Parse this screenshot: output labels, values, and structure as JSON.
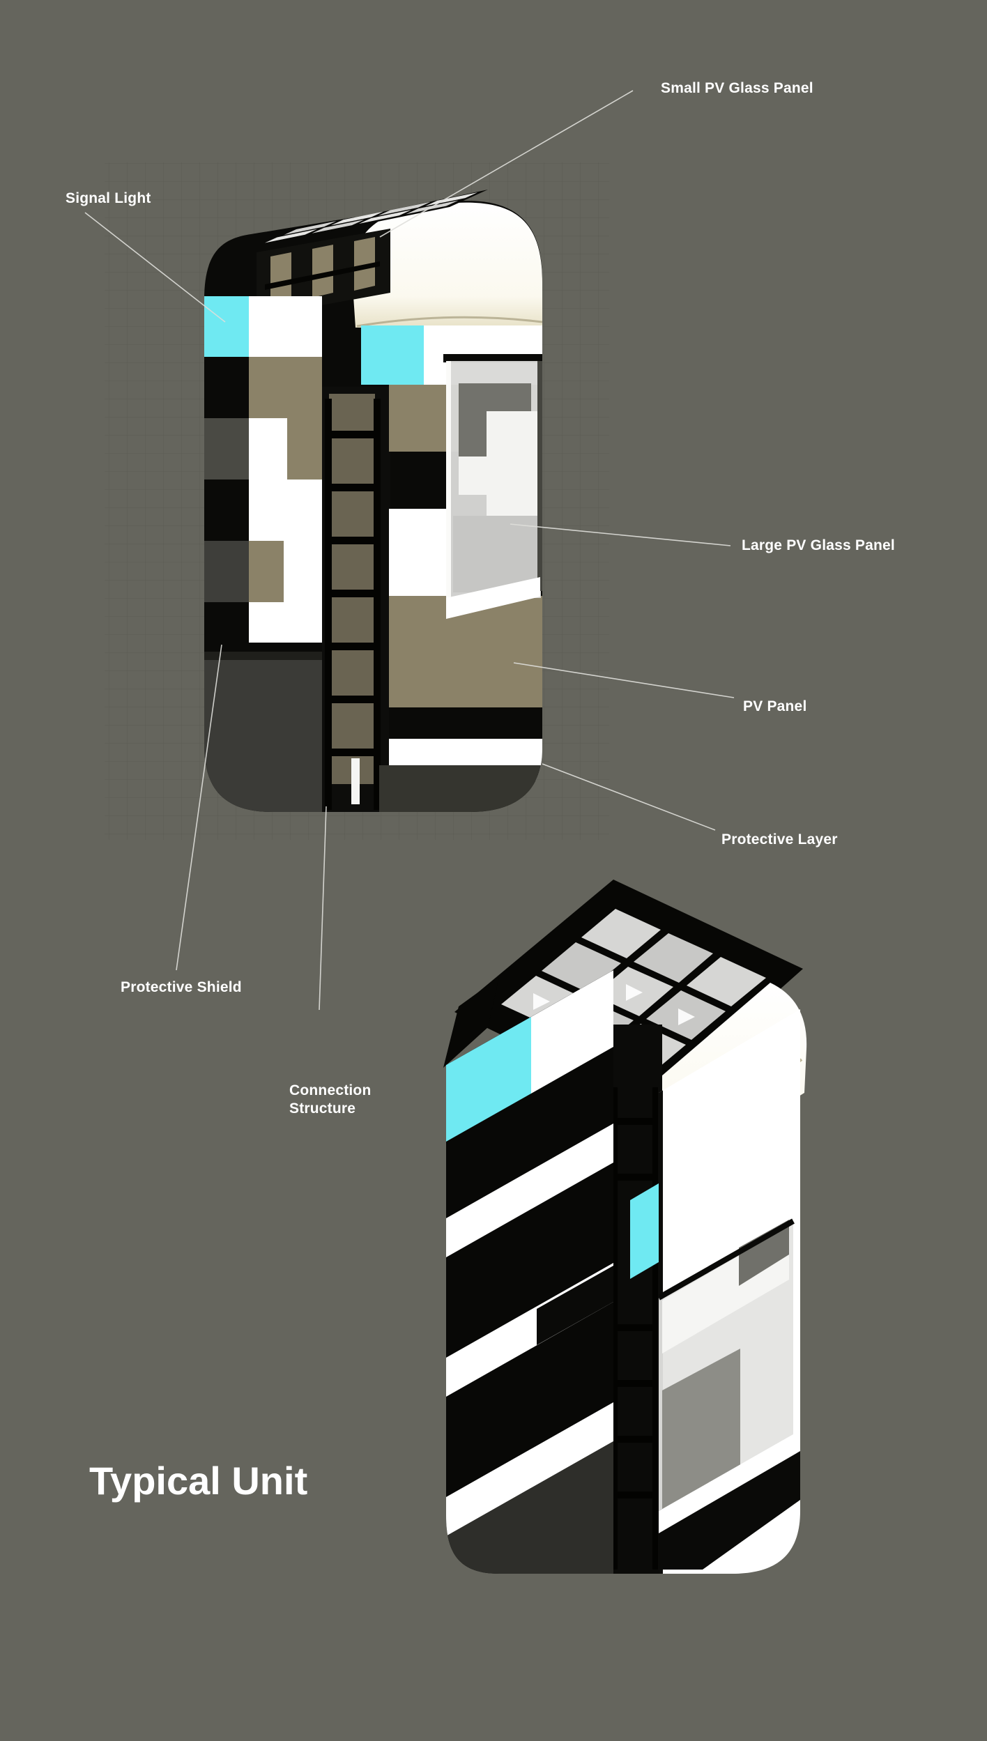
{
  "title": "Typical Unit",
  "labels": {
    "small_pv": "Small PV Glass Panel",
    "signal_light": "Signal Light",
    "large_pv": "Large PV Glass Panel",
    "pv_panel": "PV Panel",
    "protective_layer": "Protective Layer",
    "protective_shield": "Protective Shield",
    "connection_structure": "Connection Structure"
  },
  "colors": {
    "background": "#65655d",
    "grid_line": "#53534c",
    "label_text": "#ffffff",
    "leader_line": "#dfdfdb",
    "unit_black": "#0a0a08",
    "unit_white": "#ffffff",
    "pv_panel_olive": "#8b8268",
    "signal_light_cyan": "#6fe9f2",
    "glass_gray": "#d8d8d6",
    "foot_gray": "#3b3b37"
  }
}
